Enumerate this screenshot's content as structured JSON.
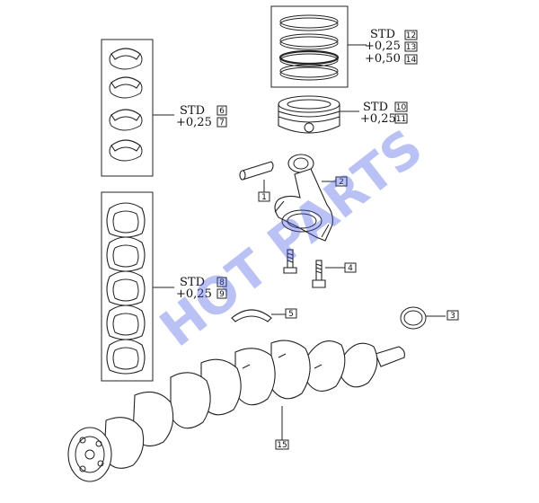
{
  "watermark": {
    "text": "HOT PARTS",
    "color": "#3d4fe0"
  },
  "sets": {
    "main_bearing_upper": {
      "std": "STD",
      "std_no": "6",
      "oversize": "+0,25",
      "oversize_no": "7"
    },
    "main_bearing_lower": {
      "std": "STD",
      "std_no": "8",
      "oversize": "+0,25",
      "oversize_no": "9"
    },
    "piston_rings": {
      "std": "STD",
      "std_no": "12",
      "os1": "+0,25",
      "os1_no": "13",
      "os2": "+0,50",
      "os2_no": "14"
    },
    "piston": {
      "std": "STD",
      "std_no": "10",
      "oversize": "+0,25",
      "oversize_no": "11"
    }
  },
  "callouts": {
    "piston_pin": "1",
    "connecting_rod": "2",
    "seal_ring": "3",
    "rod_bolt": "4",
    "thrust_washer": "5",
    "crankshaft": "15"
  }
}
